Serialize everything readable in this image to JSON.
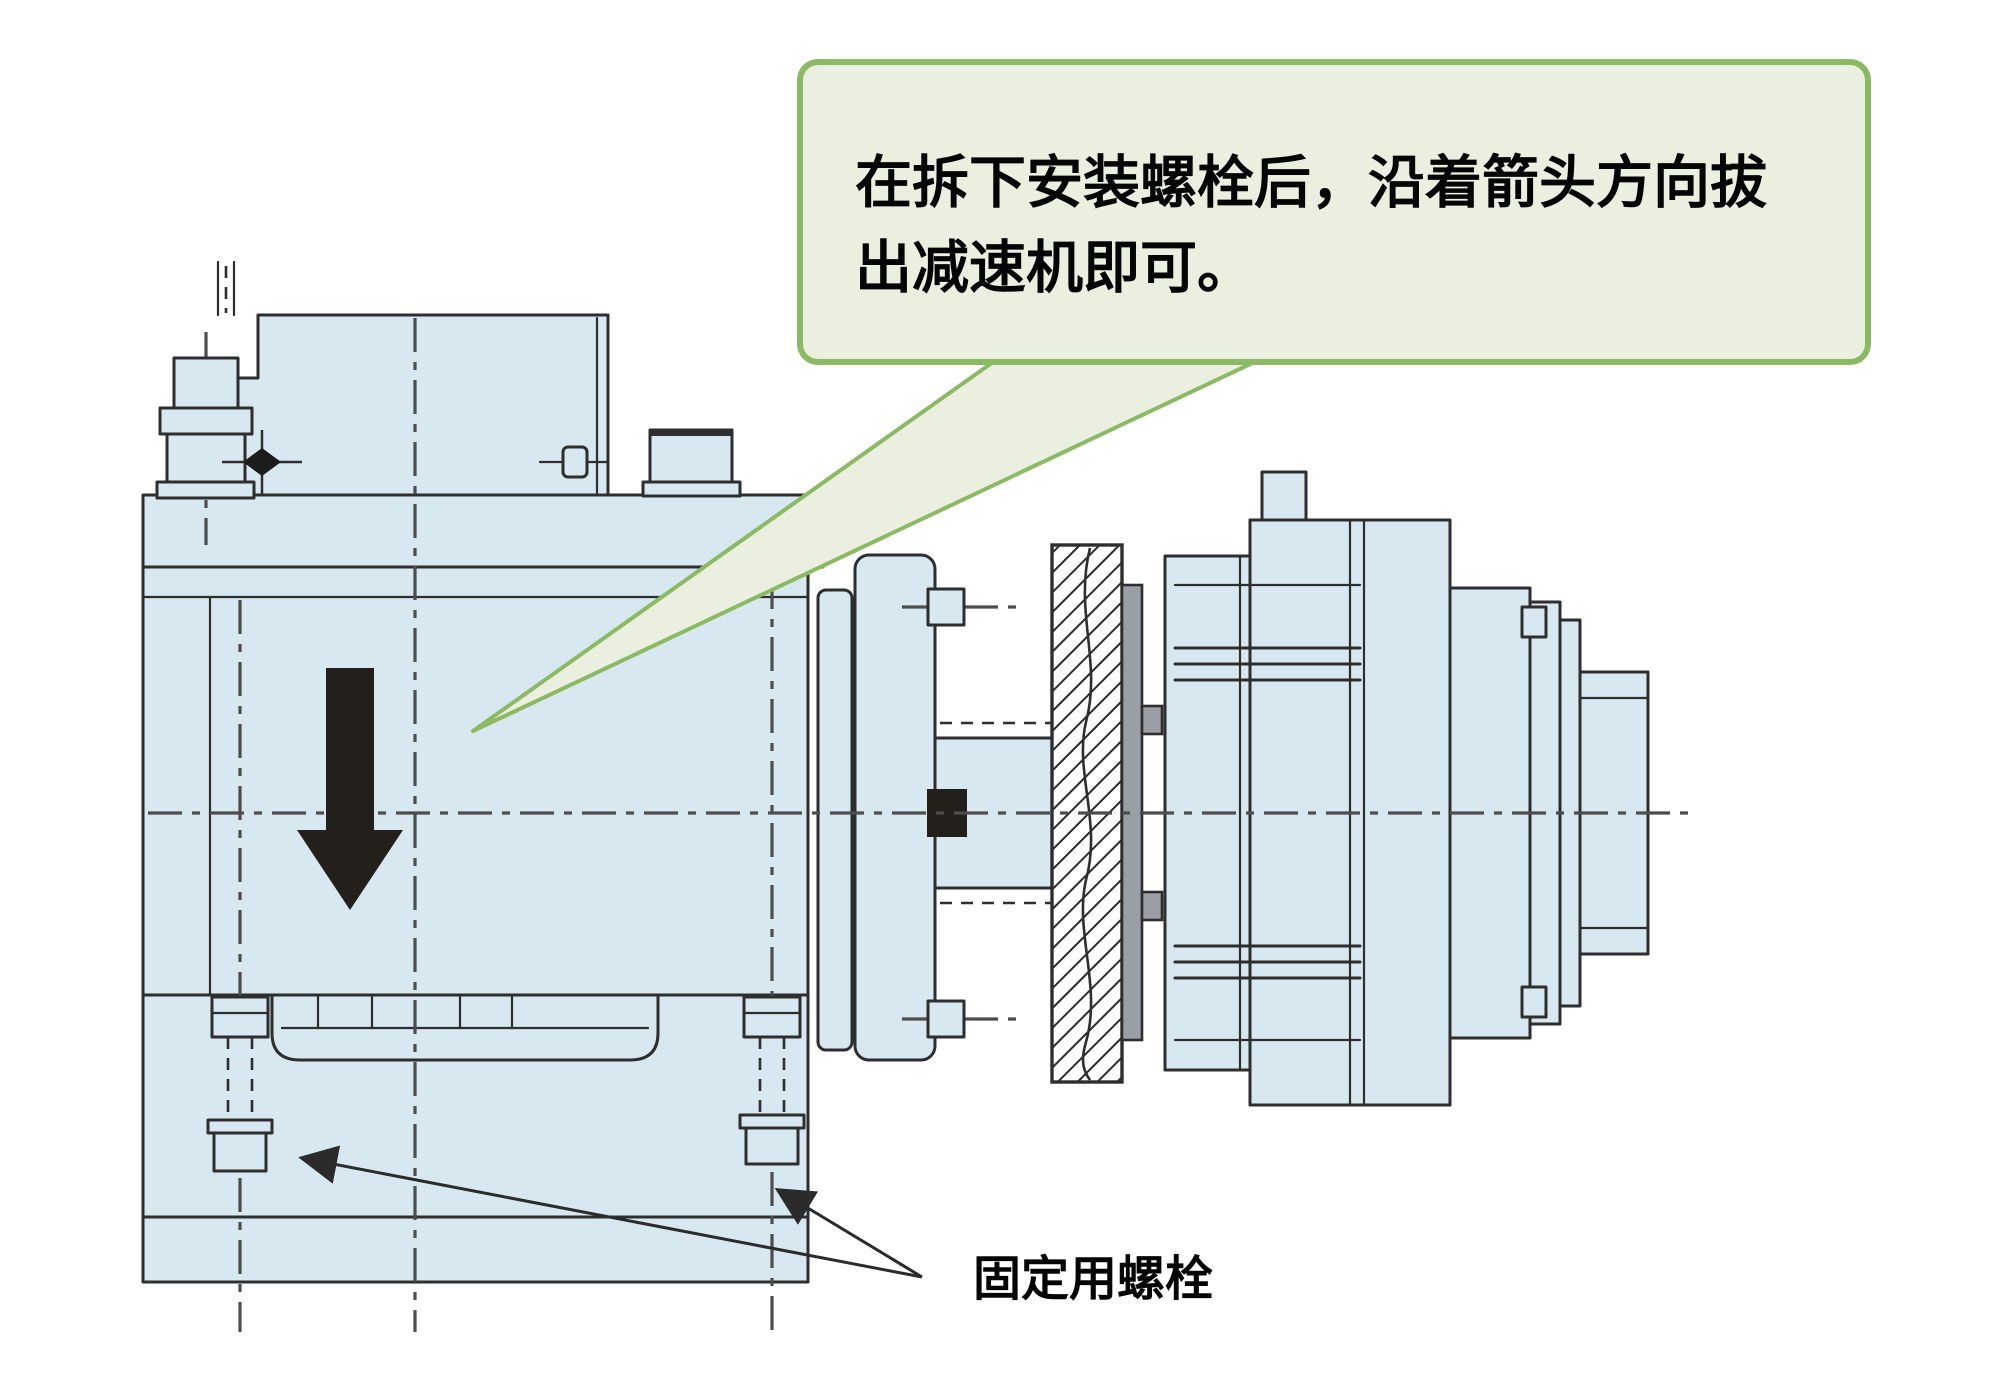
{
  "callout": {
    "line1": "在拆下安装螺栓后，沿着箭头方向拔",
    "line2": "出减速机即可。",
    "background": "#eaefdf",
    "border_color": "#8cb964"
  },
  "labels": {
    "fixing_bolts": "固定用螺栓"
  },
  "diagram": {
    "type": "technical-drawing",
    "arrow_direction": "down",
    "colors": {
      "part_fill": "#d8e8f0",
      "outline": "#2e2e2e",
      "centerline": "#4d4d4d",
      "arrow": "#23201c",
      "plate_gray": "#999fa4",
      "background": "#ffffff"
    }
  }
}
